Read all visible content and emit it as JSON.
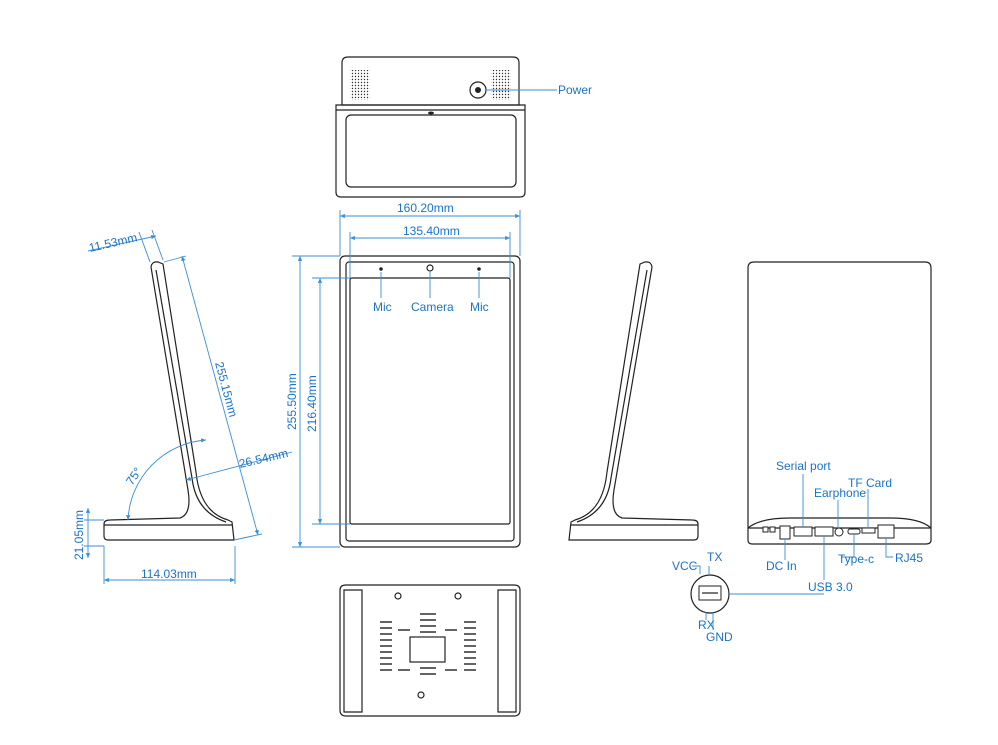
{
  "colors": {
    "accent": "#1a73c8",
    "outline": "#222222"
  },
  "top_view": {
    "power_label": "Power"
  },
  "front_view": {
    "width_outer": "160.20mm",
    "width_inner": "135.40mm",
    "height_outer": "255.50mm",
    "height_inner": "216.40mm",
    "mic_left_label": "Mic",
    "camera_label": "Camera",
    "mic_right_label": "Mic"
  },
  "side_view": {
    "top_depth": "11.53mm",
    "slant_length": "255.15mm",
    "neck_depth": "26.54mm",
    "angle": "75°",
    "base_height": "21.05mm",
    "base_depth": "114.03mm"
  },
  "rear_view": {
    "serial_port": "Serial port",
    "earphone": "Earphone",
    "tf_card": "TF Card",
    "dc_in": "DC In",
    "usb30": "USB 3.0",
    "type_c": "Type-c",
    "rj45": "RJ45"
  },
  "serial_pinout": {
    "vcc": "VCC",
    "tx": "TX",
    "rx": "RX",
    "gnd": "GND"
  }
}
